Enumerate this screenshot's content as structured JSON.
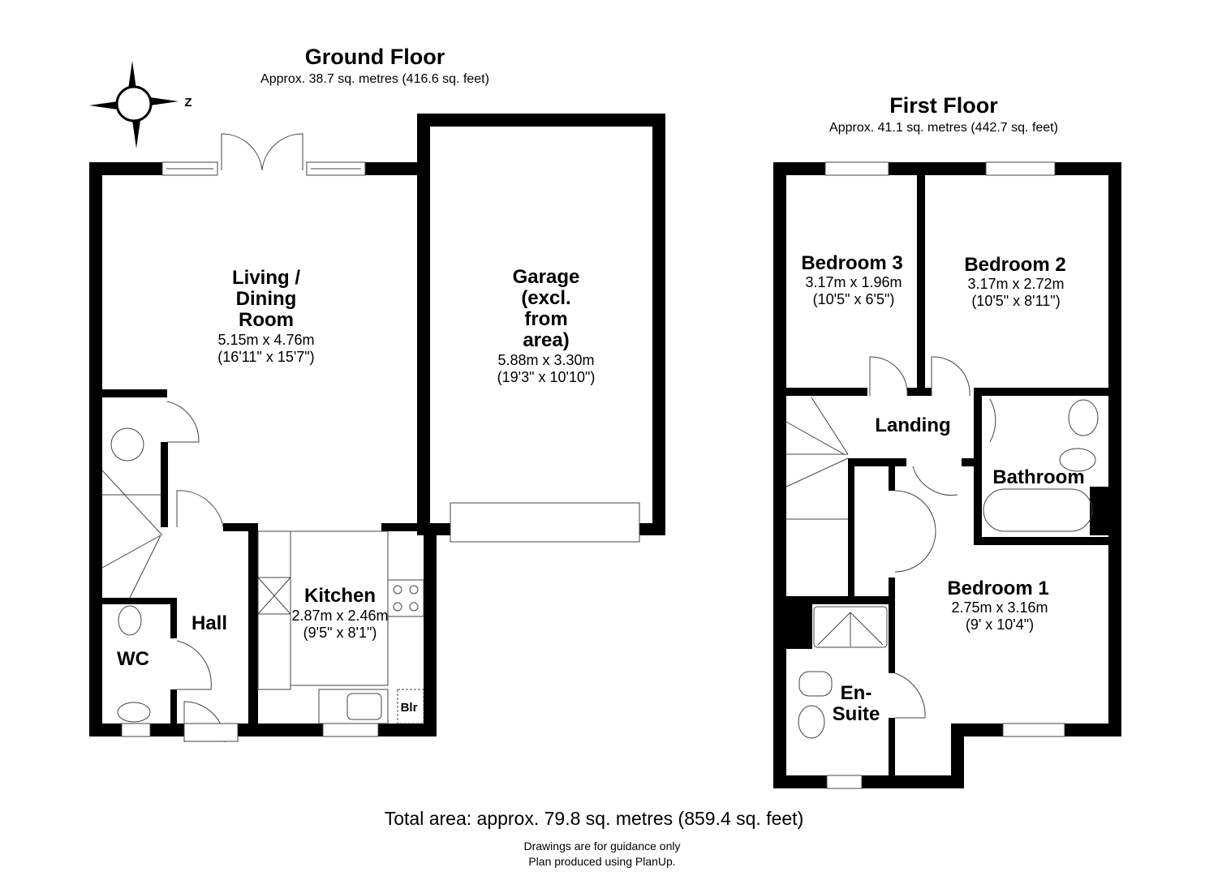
{
  "ground_floor": {
    "title": "Ground Floor",
    "area": "Approx. 38.7 sq. metres (416.6 sq. feet)",
    "compass_label": "Z",
    "rooms": {
      "living": {
        "name1": "Living /",
        "name2": "Dining",
        "name3": "Room",
        "dim_m": "5.15m x 4.76m",
        "dim_ft": "(16'11\" x 15'7\")"
      },
      "garage": {
        "name1": "Garage",
        "name2": "(excl.",
        "name3": "from",
        "name4": "area)",
        "dim_m": "5.88m x 3.30m",
        "dim_ft": "(19'3\" x 10'10\")"
      },
      "kitchen": {
        "name": "Kitchen",
        "dim_m": "2.87m x 2.46m",
        "dim_ft": "(9'5\" x 8'1\")"
      },
      "hall": {
        "name": "Hall"
      },
      "wc": {
        "name": "WC"
      },
      "boiler": {
        "name": "Blr"
      }
    }
  },
  "first_floor": {
    "title": "First Floor",
    "area": "Approx. 41.1 sq. metres (442.7 sq. feet)",
    "rooms": {
      "bedroom3": {
        "name": "Bedroom 3",
        "dim_m": "3.17m x 1.96m",
        "dim_ft": "(10'5\" x 6'5\")"
      },
      "bedroom2": {
        "name": "Bedroom 2",
        "dim_m": "3.17m x 2.72m",
        "dim_ft": "(10'5\" x 8'11\")"
      },
      "landing": {
        "name": "Landing"
      },
      "bathroom": {
        "name": "Bathroom"
      },
      "bedroom1": {
        "name": "Bedroom 1",
        "dim_m": "2.75m x 3.16m",
        "dim_ft": "(9' x 10'4\")"
      },
      "ensuite": {
        "name1": "En-",
        "name2": "Suite"
      }
    }
  },
  "footer": {
    "total": "Total area: approx. 79.8 sq. metres (859.4 sq. feet)",
    "note1": "Drawings are for guidance only",
    "note2": "Plan produced using PlanUp."
  }
}
